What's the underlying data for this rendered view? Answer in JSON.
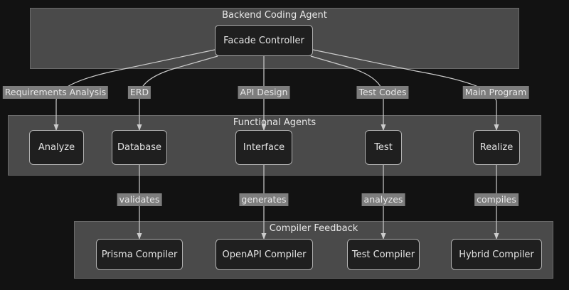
{
  "diagram": {
    "type": "flowchart",
    "theme": "dark",
    "background_color": "#121212",
    "subgraph_color": "#4a4a4a",
    "node_color": "#1f1f1f",
    "node_border_color": "#b0b0b0",
    "edge_color": "#cccccc",
    "label_background_color": "#7d7d7d",
    "text_color": "#e3e3e3"
  },
  "subgraphs": {
    "backend": {
      "title": "Backend Coding Agent"
    },
    "functional": {
      "title": "Functional Agents"
    },
    "compiler": {
      "title": "Compiler Feedback"
    }
  },
  "nodes": {
    "facade": {
      "label": "Facade Controller"
    },
    "analyze": {
      "label": "Analyze"
    },
    "database": {
      "label": "Database"
    },
    "interface": {
      "label": "Interface"
    },
    "test": {
      "label": "Test"
    },
    "realize": {
      "label": "Realize"
    },
    "prisma_compiler": {
      "label": "Prisma Compiler"
    },
    "openapi_compiler": {
      "label": "OpenAPI Compiler"
    },
    "test_compiler": {
      "label": "Test Compiler"
    },
    "hybrid_compiler": {
      "label": "Hybrid Compiler"
    }
  },
  "edge_labels": {
    "requirements_analysis": "Requirements Analysis",
    "erd": "ERD",
    "api_design": "API Design",
    "test_codes": "Test Codes",
    "main_program": "Main Program",
    "validates": "validates",
    "generates": "generates",
    "analyzes": "analyzes",
    "compiles": "compiles"
  }
}
